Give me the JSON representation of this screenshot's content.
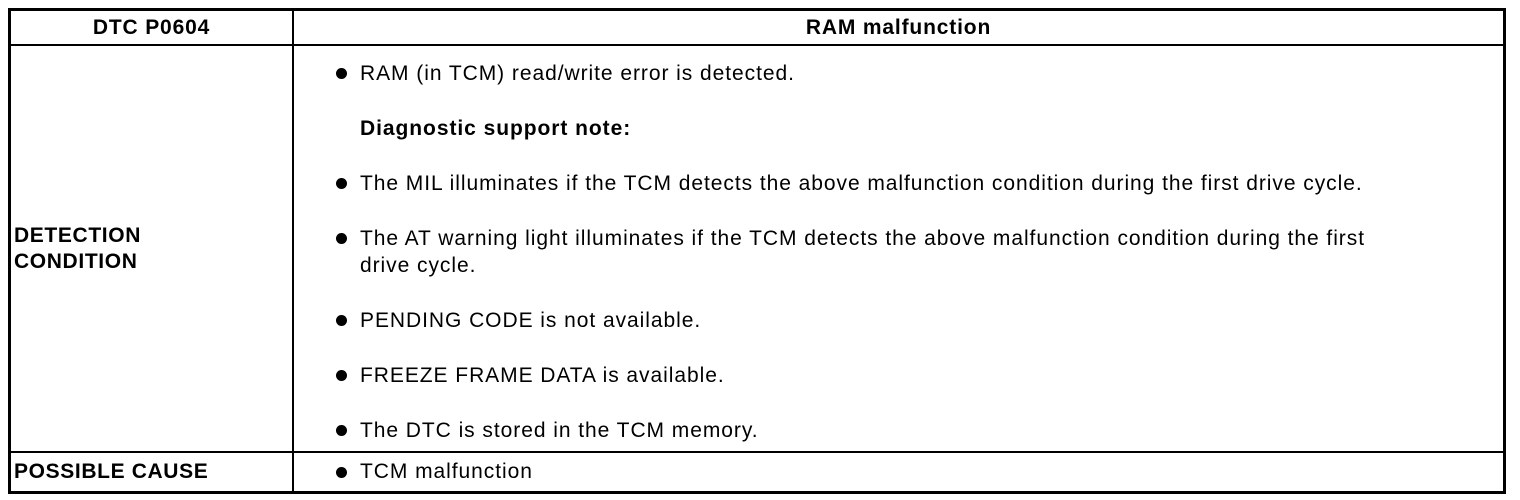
{
  "colors": {
    "ink": "#000000",
    "paper": "#ffffff"
  },
  "table": {
    "header": {
      "dtc_code": "DTC P0604",
      "title": "RAM malfunction"
    },
    "detection": {
      "label": "DETECTION\nCONDITION",
      "items": [
        {
          "text": "RAM (in TCM) read/write error is detected."
        },
        {
          "text": "Diagnostic support note:"
        },
        {
          "text": "The MIL illuminates if the TCM detects the above malfunction condition during the first drive cycle."
        },
        {
          "text": "The AT warning light illuminates if the TCM detects the above malfunction condition during the first\ndrive cycle."
        },
        {
          "text": "PENDING CODE is not available."
        },
        {
          "text": "FREEZE FRAME DATA is available."
        },
        {
          "text": "The DTC is stored in the TCM memory."
        }
      ]
    },
    "possible_cause": {
      "label": "POSSIBLE CAUSE",
      "item": "TCM malfunction"
    }
  }
}
